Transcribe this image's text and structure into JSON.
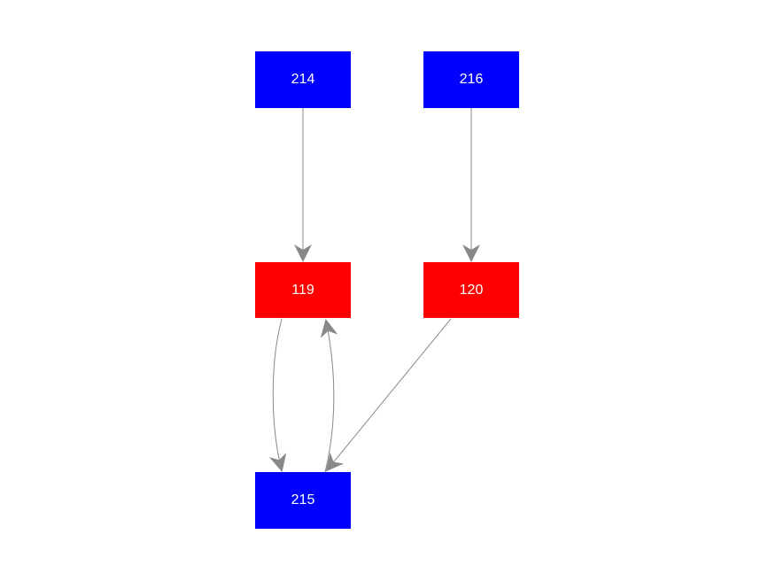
{
  "colors": {
    "blue_node": "#0000ff",
    "red_node": "#ff0000",
    "edge": "#888888",
    "label": "#ffffff",
    "background": "#ffffff"
  },
  "nodes": {
    "n214": {
      "label": "214",
      "color": "blue"
    },
    "n216": {
      "label": "216",
      "color": "blue"
    },
    "n119": {
      "label": "119",
      "color": "red"
    },
    "n120": {
      "label": "120",
      "color": "red"
    },
    "n215": {
      "label": "215",
      "color": "blue"
    }
  },
  "edges": [
    {
      "from": "214",
      "to": "119"
    },
    {
      "from": "216",
      "to": "120"
    },
    {
      "from": "119",
      "to": "215"
    },
    {
      "from": "215",
      "to": "119"
    },
    {
      "from": "120",
      "to": "215"
    }
  ]
}
